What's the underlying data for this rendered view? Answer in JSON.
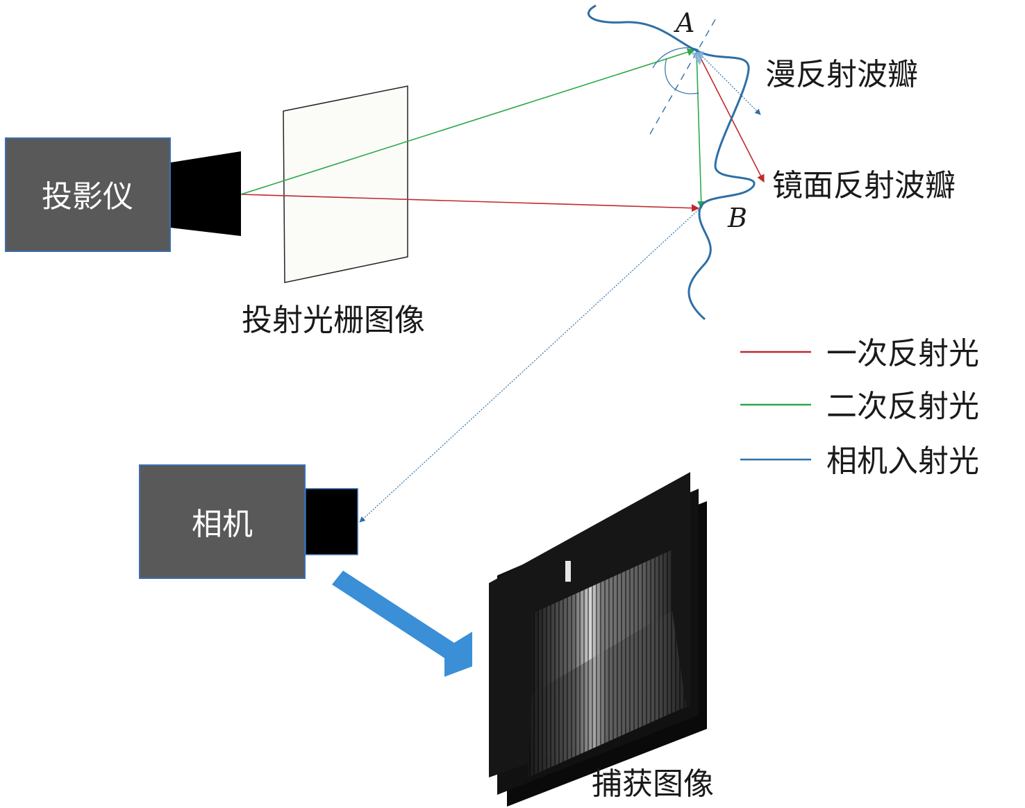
{
  "projector": {
    "label": "投影仪"
  },
  "camera": {
    "label": "相机"
  },
  "grating": {
    "label": "投射光栅图像"
  },
  "points": {
    "a": "A",
    "b": "B"
  },
  "lobes": {
    "diffuse": "漫反射波瓣",
    "specular": "镜面反射波瓣"
  },
  "legend": [
    {
      "label": "一次反射光",
      "color": "#c0282d"
    },
    {
      "label": "二次反射光",
      "color": "#2aa84a"
    },
    {
      "label": "相机入射光",
      "color": "#2e6fa6"
    }
  ],
  "captured": {
    "label": "捕获图像"
  },
  "colors": {
    "box": "#595959",
    "box_border": "#3a6fb0",
    "surface": "#2e6fa6",
    "arrow_fill": "#3a8fd6"
  }
}
